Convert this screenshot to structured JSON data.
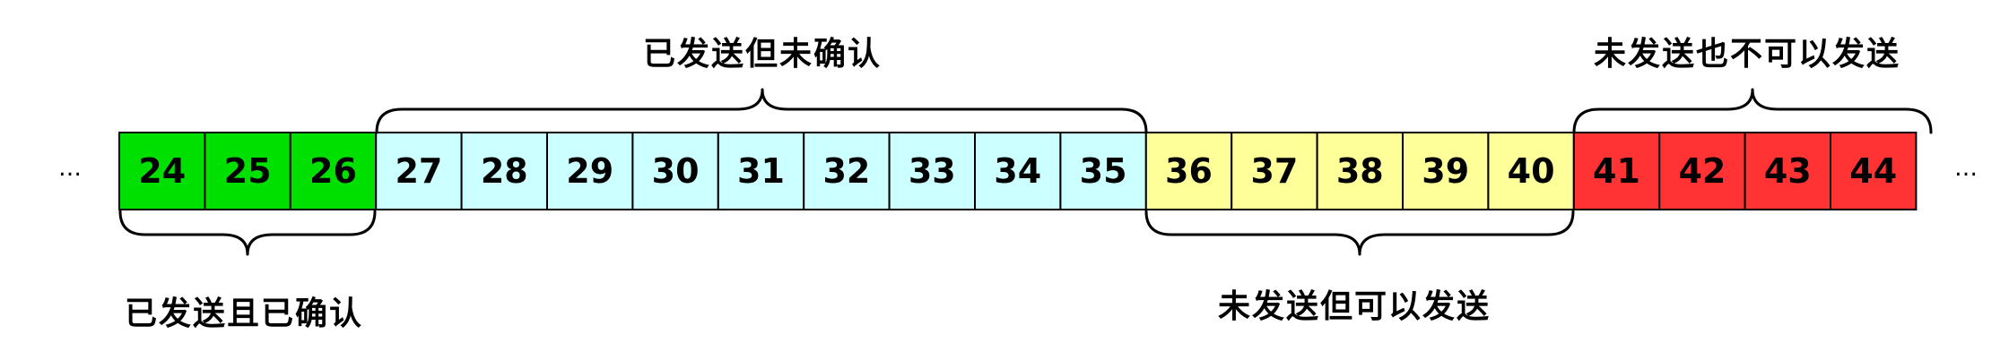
{
  "ellipsis": {
    "left": "…",
    "right": "…"
  },
  "colors": {
    "sent_acked": "#00e000",
    "sent_unacked": "#ccffff",
    "sendable": "#ffff99",
    "not_sendable": "#ff3333"
  },
  "cells": [
    {
      "value": "24",
      "group": "sent_acked"
    },
    {
      "value": "25",
      "group": "sent_acked"
    },
    {
      "value": "26",
      "group": "sent_acked"
    },
    {
      "value": "27",
      "group": "sent_unacked"
    },
    {
      "value": "28",
      "group": "sent_unacked"
    },
    {
      "value": "29",
      "group": "sent_unacked"
    },
    {
      "value": "30",
      "group": "sent_unacked"
    },
    {
      "value": "31",
      "group": "sent_unacked"
    },
    {
      "value": "32",
      "group": "sent_unacked"
    },
    {
      "value": "33",
      "group": "sent_unacked"
    },
    {
      "value": "34",
      "group": "sent_unacked"
    },
    {
      "value": "35",
      "group": "sent_unacked"
    },
    {
      "value": "36",
      "group": "sendable"
    },
    {
      "value": "37",
      "group": "sendable"
    },
    {
      "value": "38",
      "group": "sendable"
    },
    {
      "value": "39",
      "group": "sendable"
    },
    {
      "value": "40",
      "group": "sendable"
    },
    {
      "value": "41",
      "group": "not_sendable"
    },
    {
      "value": "42",
      "group": "not_sendable"
    },
    {
      "value": "43",
      "group": "not_sendable"
    },
    {
      "value": "44",
      "group": "not_sendable"
    }
  ],
  "labels": {
    "sent_acked": "已发送且已确认",
    "sent_unacked": "已发送但未确认",
    "sendable": "未发送但可以发送",
    "not_sendable": "未发送也不可以发送"
  }
}
